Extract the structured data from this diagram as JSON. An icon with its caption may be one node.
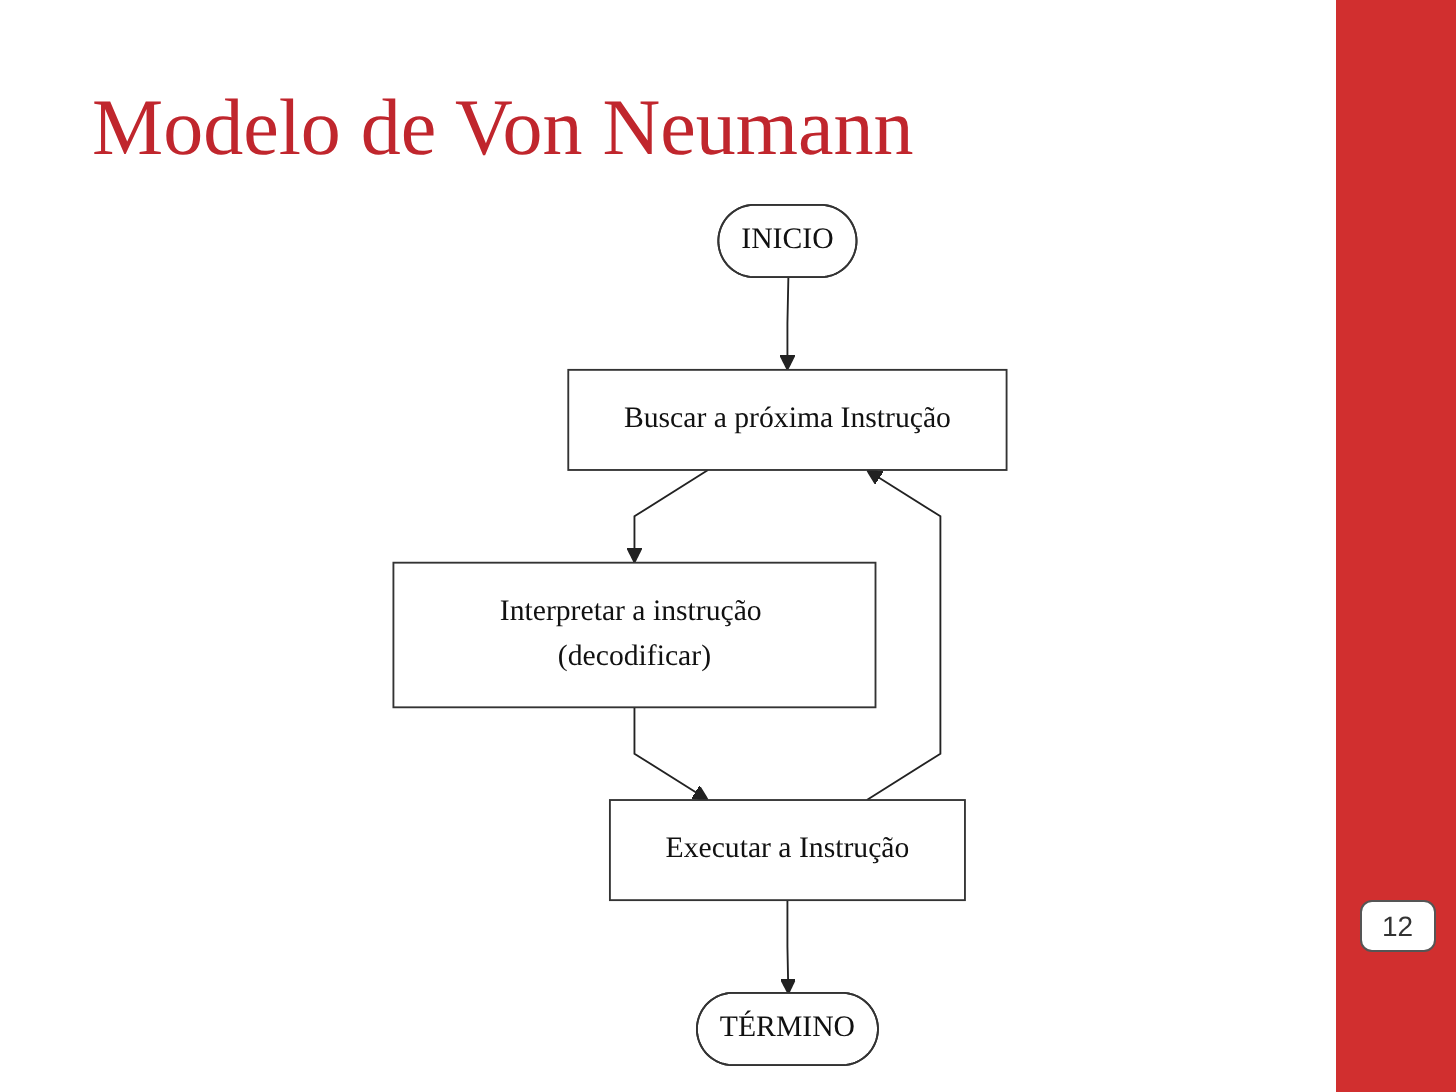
{
  "diagram": {
    "title": "Modelo de Von Neumann",
    "nodes": [
      {
        "text": [
          "INICIO"
        ]
      },
      {
        "text": [
          "Buscar a próxima Instrução"
        ]
      },
      {
        "text": [
          "Interpretar a instrução (decodificar)"
        ]
      },
      {
        "text": [
          "Executar a Instrução"
        ]
      },
      {
        "text": [
          "TÉRMINO"
        ]
      }
    ],
    "edges": [
      {
        "from": 0,
        "to": 1,
        "arrow": "to"
      },
      {
        "from": 1,
        "to": 2,
        "arrow": "to"
      },
      {
        "from": 2,
        "to": 3,
        "arrow": "to"
      },
      {
        "from": 3,
        "to": 4,
        "arrow": "to"
      },
      {
        "from": 3,
        "to": 1,
        "arrow": "to"
      }
    ],
    "labels": [
      "12"
    ]
  }
}
